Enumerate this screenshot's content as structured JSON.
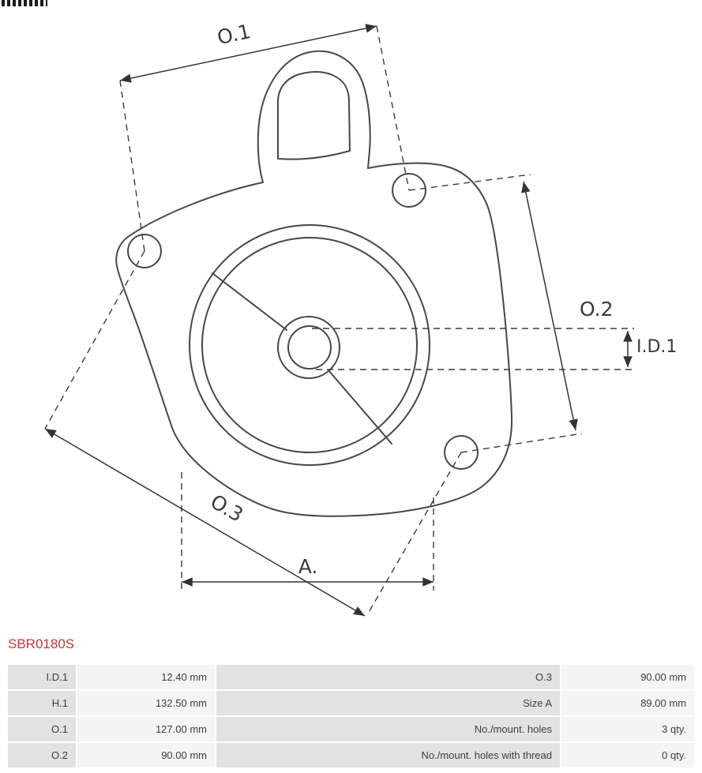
{
  "accent_color": "#cc3333",
  "part_number": "SBR0180S",
  "drawing": {
    "labels": {
      "o1": "O.1",
      "o2": "O.2",
      "o3": "O.3",
      "a": "A.",
      "id1": "I.D.1"
    }
  },
  "table": {
    "rows": [
      {
        "label_left": "I.D.1",
        "value_left": "12.40 mm",
        "label_right": "O.3",
        "value_right": "90.00 mm"
      },
      {
        "label_left": "H.1",
        "value_left": "132.50 mm",
        "label_right": "Size A",
        "value_right": "89.00 mm"
      },
      {
        "label_left": "O.1",
        "value_left": "127.00 mm",
        "label_right": "No./mount. holes",
        "value_right": "3 qty."
      },
      {
        "label_left": "O.2",
        "value_left": "90.00 mm",
        "label_right": "No./mount. holes with thread",
        "value_right": "0 qty."
      }
    ]
  }
}
